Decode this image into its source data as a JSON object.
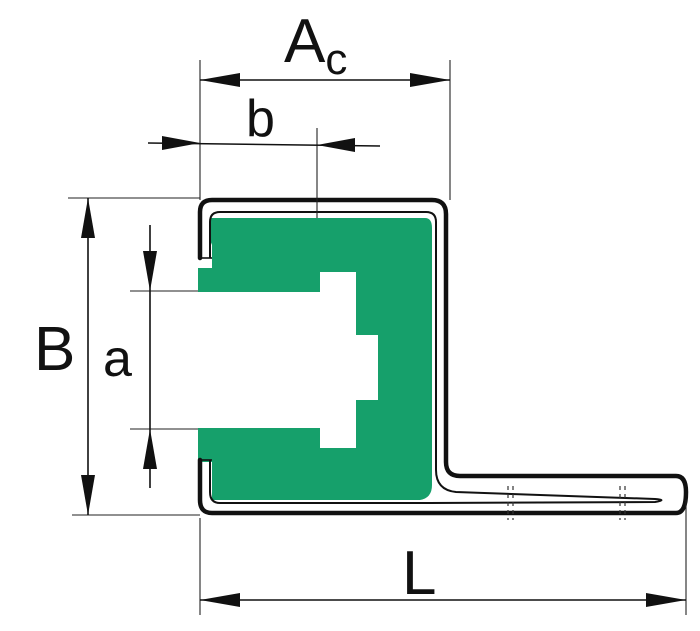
{
  "labels": {
    "ac_main": "A",
    "ac_sub": "c",
    "b": "b",
    "B": "B",
    "a": "a",
    "L": "L"
  },
  "colors": {
    "insert_fill": "#16a06b",
    "line": "#111111",
    "background": "#ffffff"
  }
}
